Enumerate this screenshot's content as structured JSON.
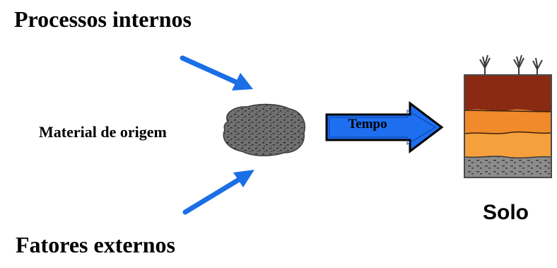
{
  "diagram": {
    "top_label": "Processos internos",
    "bottom_label": "Fatores externos",
    "origin_label": "Material de origem",
    "arrow_label": "Tempo",
    "result_label": "Solo"
  },
  "colors": {
    "influence_arrow": "#1a6fe6",
    "time_arrow_fill": "#1e6ff0",
    "rock": "#6e6e6e",
    "soil_top": "#8a2a12",
    "soil_middle": "#f08a2a",
    "soil_lower": "#f5a03c",
    "bedrock": "#8c8c8c"
  }
}
